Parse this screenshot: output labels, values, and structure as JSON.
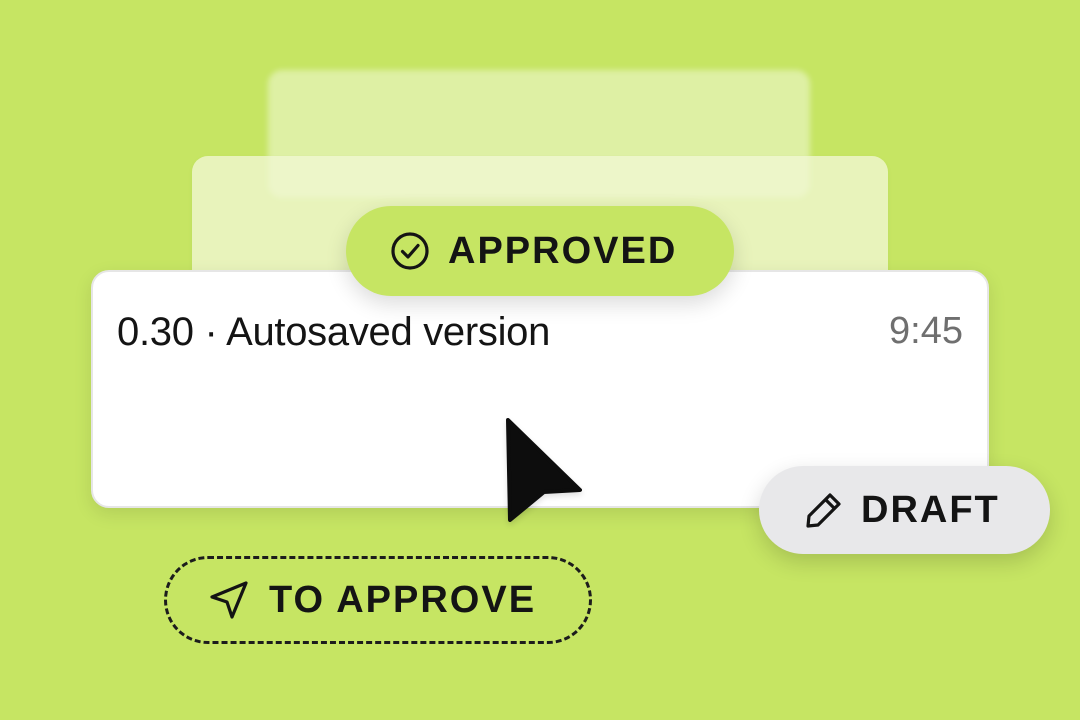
{
  "version_card": {
    "title": "0.30 · Autosaved version",
    "time": "9:45"
  },
  "badges": {
    "approved": {
      "label": "APPROVED",
      "icon": "check-circle-icon"
    },
    "draft": {
      "label": "DRAFT",
      "icon": "pencil-icon"
    },
    "to_approve": {
      "label": "TO APPROVE",
      "icon": "send-icon"
    }
  },
  "cursor": {
    "icon": "arrow-cursor-icon"
  },
  "colors": {
    "background": "#c6e563",
    "approved_pill": "#c6e563",
    "draft_pill": "#e8e8ea",
    "text": "#141414",
    "time_text": "#6f6f6f"
  }
}
